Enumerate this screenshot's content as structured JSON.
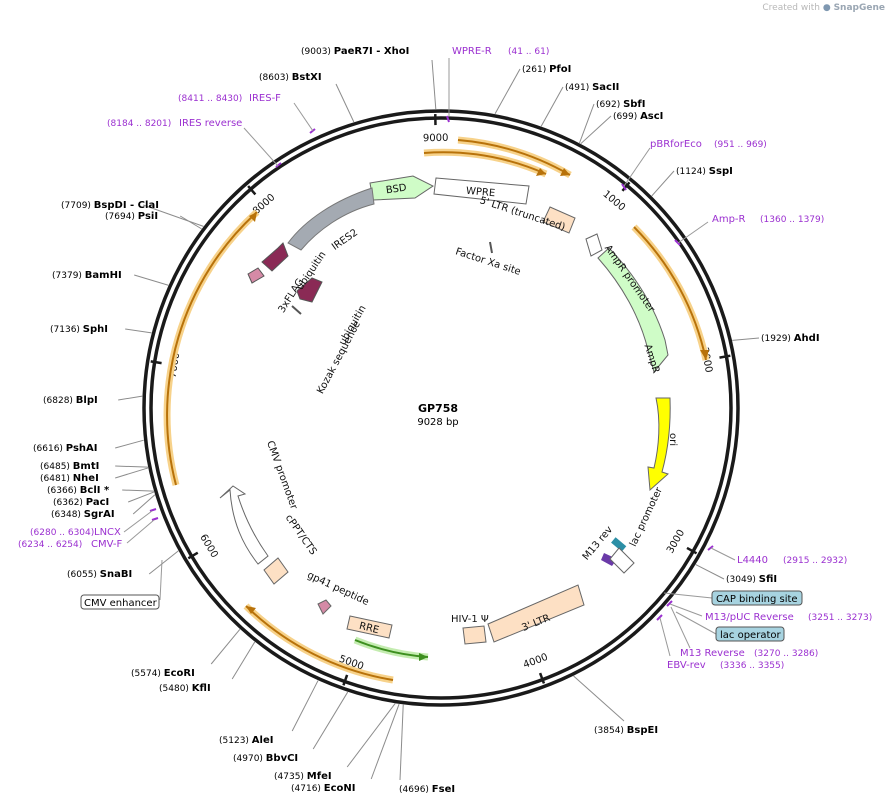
{
  "header": {
    "credit_prefix": "Created with",
    "credit_brand": "SnapGene",
    "logo_icon": "snapgene-logo-icon"
  },
  "plasmid": {
    "name": "GP758",
    "length": "9028 bp",
    "total_bp": 9028
  },
  "colors": {
    "backbone": "#1a1a1a",
    "enzyme": "#000000",
    "primer": "#9b30d0",
    "primer_text": "#9b30d0",
    "orange": "#b8720a",
    "orange_halo": "#f7d28a",
    "green_arrow": "#3d8f1f",
    "green_halo": "#c4ecb0",
    "ltr": "#fde0c4",
    "bsd": "#cffcc7",
    "ubiquitin": "#8a2a55",
    "ires": "#a4aab2",
    "ori": "#ffff00",
    "ampr": "#cffcc7",
    "feature_box": "#a7d3e0"
  },
  "ticks": [
    {
      "bp": 1000,
      "label": "1000"
    },
    {
      "bp": 2000,
      "label": "2000"
    },
    {
      "bp": 3000,
      "label": "3000"
    },
    {
      "bp": 4000,
      "label": "4000"
    },
    {
      "bp": 5000,
      "label": "5000"
    },
    {
      "bp": 6000,
      "label": "6000"
    },
    {
      "bp": 7000,
      "label": "7000"
    },
    {
      "bp": 8000,
      "label": "8000"
    },
    {
      "bp": 9000,
      "label": "9000"
    }
  ],
  "enzymes": [
    {
      "name": "PaeR7I",
      "name2": "XhoI",
      "pos": "(9003)",
      "bp": 9003
    },
    {
      "name": "BstXI",
      "pos": "(8603)",
      "bp": 8603
    },
    {
      "name": "PfoI",
      "pos": "(261)",
      "bp": 261
    },
    {
      "name": "SacII",
      "pos": "(491)",
      "bp": 491
    },
    {
      "name": "SbfI",
      "pos": "(692)",
      "bp": 692
    },
    {
      "name": "AscI",
      "pos": "(699)",
      "bp": 699
    },
    {
      "name": "SspI",
      "pos": "(1124)",
      "bp": 1124
    },
    {
      "name": "AhdI",
      "pos": "(1929)",
      "bp": 1929
    },
    {
      "name": "SfiI",
      "pos": "(3049)",
      "bp": 3049
    },
    {
      "name": "BspEI",
      "pos": "(3854)",
      "bp": 3854
    },
    {
      "name": "FseI",
      "pos": "(4696)",
      "bp": 4696
    },
    {
      "name": "EcoNI",
      "pos": "(4716)",
      "bp": 4716
    },
    {
      "name": "MfeI",
      "pos": "(4735)",
      "bp": 4735
    },
    {
      "name": "BbvCI",
      "pos": "(4970)",
      "bp": 4970
    },
    {
      "name": "AleI",
      "pos": "(5123)",
      "bp": 5123
    },
    {
      "name": "KflI",
      "pos": "(5480)",
      "bp": 5480
    },
    {
      "name": "EcoRI",
      "pos": "(5574)",
      "bp": 5574
    },
    {
      "name": "SnaBI",
      "pos": "(6055)",
      "bp": 6055
    },
    {
      "name": "SgrAI",
      "pos": "(6348)",
      "bp": 6348
    },
    {
      "name": "PacI",
      "pos": "(6362)",
      "bp": 6362
    },
    {
      "name": "BclI",
      "star": "*",
      "pos": "(6366)",
      "bp": 6366
    },
    {
      "name": "NheI",
      "pos": "(6481)",
      "bp": 6481
    },
    {
      "name": "BmtI",
      "pos": "(6485)",
      "bp": 6485
    },
    {
      "name": "PshAI",
      "pos": "(6616)",
      "bp": 6616
    },
    {
      "name": "BlpI",
      "pos": "(6828)",
      "bp": 6828
    },
    {
      "name": "SphI",
      "pos": "(7136)",
      "bp": 7136
    },
    {
      "name": "BamHI",
      "pos": "(7379)",
      "bp": 7379
    },
    {
      "name": "PsiI",
      "pos": "(7694)",
      "bp": 7694
    },
    {
      "name": "BspDI",
      "name2": "ClaI",
      "pos": "(7709)",
      "bp": 7709
    }
  ],
  "primers": [
    {
      "name": "WPRE-R",
      "range": "(41 .. 61)"
    },
    {
      "name": "pBRforEco",
      "range": "(951 .. 969)"
    },
    {
      "name": "Amp-R",
      "range": "(1360 .. 1379)"
    },
    {
      "name": "L4440",
      "range": "(2915 .. 2932)"
    },
    {
      "name": "M13/pUC Reverse",
      "range": "(3251 .. 3273)"
    },
    {
      "name": "M13 Reverse",
      "range": "(3270 .. 3286)"
    },
    {
      "name": "EBV-rev",
      "range": "(3336 .. 3355)"
    },
    {
      "name": "LNCX",
      "range": "(6280 .. 6304)"
    },
    {
      "name": "CMV-F",
      "range": "(6234 .. 6254)"
    },
    {
      "name": "IRES-F",
      "range": "(8411 .. 8430)"
    },
    {
      "name": "IRES reverse",
      "range": "(8184 .. 8201)"
    }
  ],
  "boxed_labels": {
    "cap_binding": "CAP binding site",
    "lac_operator": "lac operator",
    "cmv_enhancer": "CMV enhancer"
  },
  "features": {
    "bsd": "BSD",
    "wpre": "WPRE",
    "ltr5": "5' LTR (truncated)",
    "factor_xa": "Factor Xa site",
    "ampr_promoter": "AmpR promoter",
    "ampr": "AmpR",
    "ori": "ori",
    "m13rev": "M13 rev",
    "lac_promoter": "lac promoter",
    "ltr3": "3' LTR",
    "hiv_psi": "HIV-1 Ψ",
    "rre": "RRE",
    "gp41": "gp41 peptide",
    "cppt": "cPPT/CTS",
    "cmv_promoter": "CMV promoter",
    "kozak": "Kozak sequence",
    "flag": "3xFLAG",
    "ubiquitin1": "ubiquitin",
    "ubiquitin2": "ubiquitin",
    "ires2": "IRES2"
  }
}
